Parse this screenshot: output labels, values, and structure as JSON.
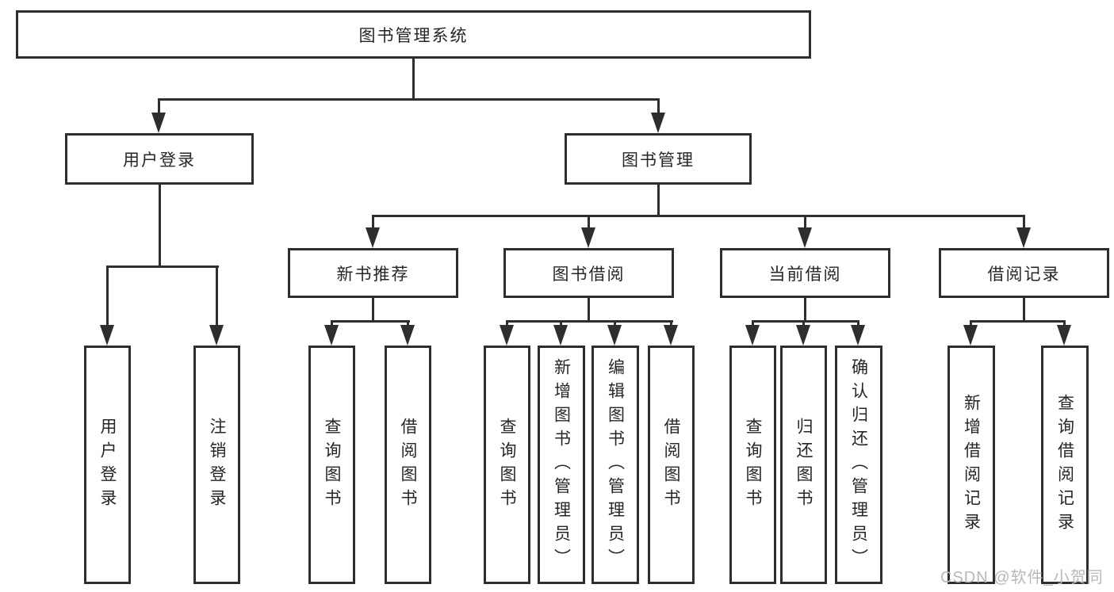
{
  "diagram": {
    "root": {
      "label": "图书管理系统"
    },
    "level2": [
      {
        "label": "用户登录"
      },
      {
        "label": "图书管理"
      }
    ],
    "level3": [
      {
        "label": "新书推荐"
      },
      {
        "label": "图书借阅"
      },
      {
        "label": "当前借阅"
      },
      {
        "label": "借阅记录"
      }
    ],
    "leaves": {
      "user_login": [
        {
          "label": "用户登录"
        },
        {
          "label": "注销登录"
        }
      ],
      "new_book_recommend": [
        {
          "label": "查询图书"
        },
        {
          "label": "借阅图书"
        }
      ],
      "book_borrow": [
        {
          "label": "查询图书"
        },
        {
          "label": "新增图书（管理员）"
        },
        {
          "label": "编辑图书（管理员）"
        },
        {
          "label": "借阅图书"
        }
      ],
      "current_borrow": [
        {
          "label": "查询图书"
        },
        {
          "label": "归还图书"
        },
        {
          "label": "确认归还（管理员）"
        }
      ],
      "borrow_record": [
        {
          "label": "新增借阅记录"
        },
        {
          "label": "查询借阅记录"
        }
      ]
    }
  },
  "watermark": {
    "text": "CSDN @软件_小贺同学"
  },
  "colors": {
    "line": "#2e2e2e",
    "text": "#262626",
    "watermark": "#b8b8b8",
    "background": "#ffffff"
  }
}
